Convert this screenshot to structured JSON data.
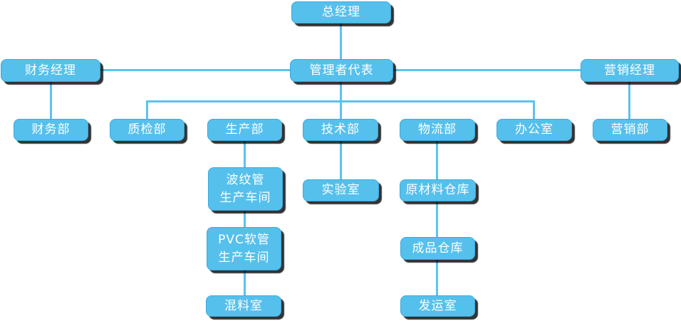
{
  "diagram": {
    "type": "org-chart",
    "language": "zh-CN"
  },
  "colors": {
    "box_fill": "#56C0EC",
    "box_border": "#3AA9DE",
    "connector_line": "#5BC3EE",
    "shadow": "#000000",
    "text": "#FFFFFF",
    "background": "#FFFFFF"
  },
  "nodes": {
    "general_manager": {
      "label": "总经理"
    },
    "management_representative": {
      "label": "管理者代表"
    },
    "finance_manager": {
      "label": "财务经理"
    },
    "marketing_manager": {
      "label": "营销经理"
    },
    "finance_dept": {
      "label": "财务部"
    },
    "quality_inspection_dept": {
      "label": "质检部"
    },
    "production_dept": {
      "label": "生产部"
    },
    "technology_dept": {
      "label": "技术部"
    },
    "logistics_dept": {
      "label": "物流部"
    },
    "office": {
      "label": "办公室"
    },
    "marketing_dept": {
      "label": "营销部"
    },
    "corrugated_pipe_workshop": {
      "line1": "波纹管",
      "line2": "生产车间"
    },
    "laboratory": {
      "label": "实验室"
    },
    "raw_material_warehouse": {
      "label": "原材料仓库"
    },
    "pvc_hose_workshop": {
      "line1": "PVC软管",
      "line2": "生产车间"
    },
    "mixing_room": {
      "label": "混料室"
    },
    "finished_goods_warehouse": {
      "label": "成品仓库"
    },
    "shipping_room": {
      "label": "发运室"
    }
  },
  "edges": [
    {
      "from": "总经理",
      "to": "管理者代表"
    },
    {
      "from": "财务经理",
      "to": "管理者代表"
    },
    {
      "from": "管理者代表",
      "to": "营销经理"
    },
    {
      "from": "财务经理",
      "to": "财务部"
    },
    {
      "from": "营销经理",
      "to": "营销部"
    },
    {
      "from": "管理者代表",
      "to": "质检部"
    },
    {
      "from": "管理者代表",
      "to": "技术部"
    },
    {
      "from": "管理者代表",
      "to": "办公室"
    },
    {
      "from": "生产部",
      "to": "波纹管生产车间"
    },
    {
      "from": "技术部",
      "to": "实验室"
    },
    {
      "from": "物流部",
      "to": "原材料仓库"
    },
    {
      "from": "波纹管生产车间",
      "to": "PVC软管生产车间"
    },
    {
      "from": "PVC软管生产车间",
      "to": "混料室"
    },
    {
      "from": "原材料仓库",
      "to": "成品仓库"
    },
    {
      "from": "成品仓库",
      "to": "发运室"
    }
  ]
}
